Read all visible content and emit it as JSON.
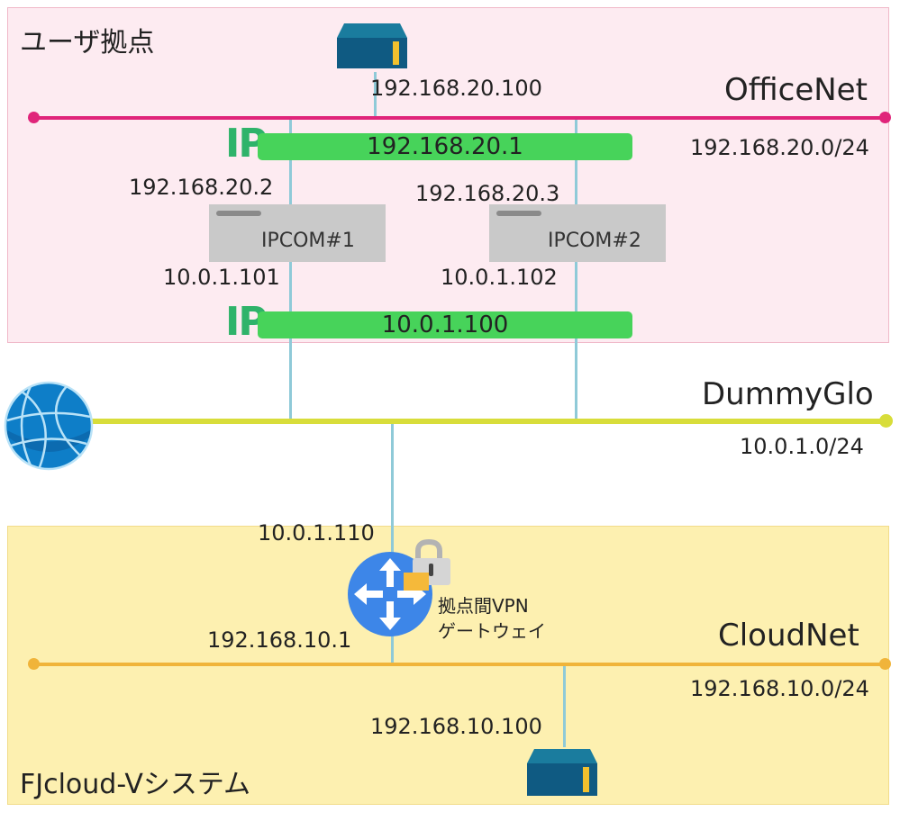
{
  "zones": {
    "user_site": "ユーザ拠点",
    "cloud_system": "FJcloud-Vシステム"
  },
  "networks": {
    "office": {
      "name": "OfficeNet",
      "cidr": "192.168.20.0/24",
      "color": "#e0247a"
    },
    "dummy": {
      "name": "DummyGlo",
      "cidr": "10.0.1.0/24",
      "color": "#d8dd3a"
    },
    "cloud": {
      "name": "CloudNet",
      "cidr": "192.168.10.0/24",
      "color": "#f0b43a"
    }
  },
  "devices": {
    "office_server_ip": "192.168.20.100",
    "office_vip": "192.168.20.1",
    "ipcom1": {
      "name": "IPCOM#1",
      "office_ip": "192.168.20.2",
      "dummy_ip": "10.0.1.101"
    },
    "ipcom2": {
      "name": "IPCOM#2",
      "office_ip": "192.168.20.3",
      "dummy_ip": "10.0.1.102"
    },
    "dummy_vip": "10.0.1.100",
    "vpn_gateway": {
      "label_line1": "拠点間VPN",
      "label_line2": "ゲートウェイ",
      "dummy_ip": "10.0.1.110",
      "cloud_ip": "192.168.10.1"
    },
    "cloud_server_ip": "192.168.10.100"
  },
  "icons": {
    "server": "server-icon",
    "globe": "globe-icon",
    "router": "router-icon",
    "lock": "lock-icon",
    "ip_vip": "ip-icon"
  },
  "colors": {
    "vip_bar": "#47d35a",
    "link": "#8fcad8"
  }
}
